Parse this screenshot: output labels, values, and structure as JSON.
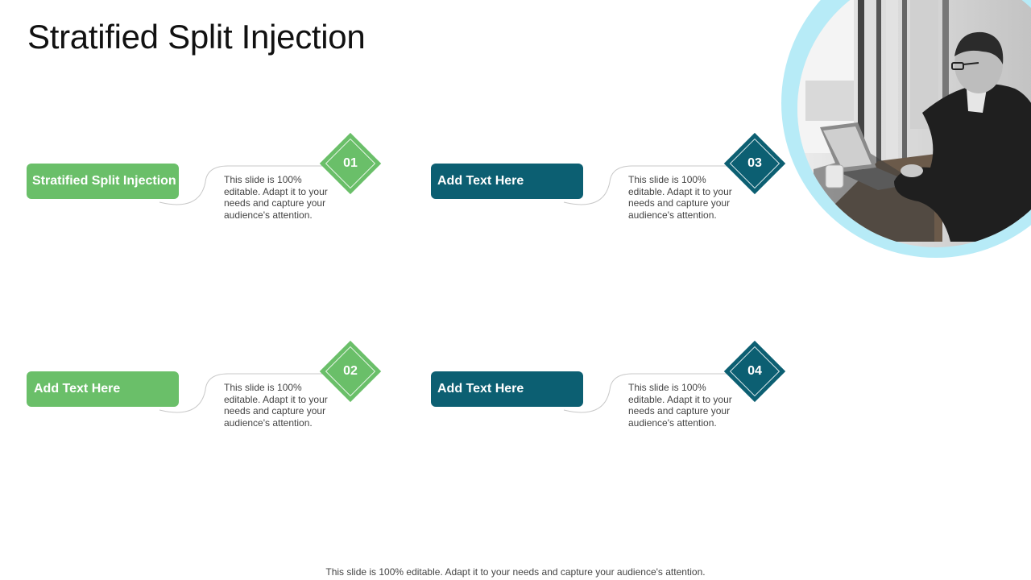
{
  "title": "Stratified Split Injection",
  "colors": {
    "green": "#6abf69",
    "teal": "#0c5f72",
    "ring": "#b7ebf7"
  },
  "items": [
    {
      "number": "01",
      "label": "Stratified  Split Injection",
      "description": "This slide is 100% editable. Adapt it to your needs and capture your audience's attention.",
      "color": "green"
    },
    {
      "number": "02",
      "label": "Add  Text Here",
      "description": "This slide is 100% editable. Adapt it to your needs and capture your audience's attention.",
      "color": "green"
    },
    {
      "number": "03",
      "label": "Add  Text Here",
      "description": "This slide is 100% editable. Adapt it to your needs and capture your audience's attention.",
      "color": "teal"
    },
    {
      "number": "04",
      "label": "Add  Text Here",
      "description": "This slide is 100% editable. Adapt it to your needs and capture your audience's attention.",
      "color": "teal"
    }
  ],
  "photo": {
    "icon": "person-with-laptop-photo"
  },
  "footer": "This slide is 100% editable. Adapt it to your needs and capture your audience's attention."
}
